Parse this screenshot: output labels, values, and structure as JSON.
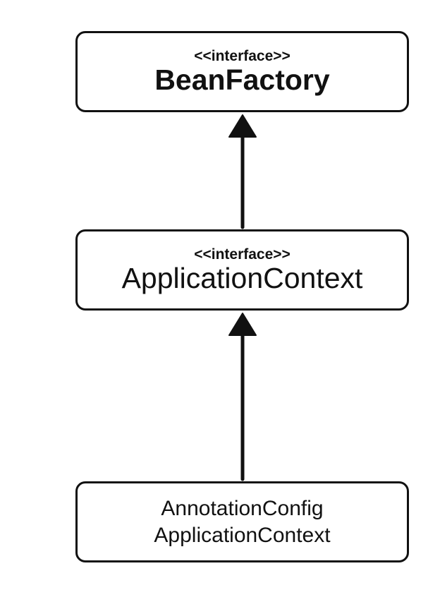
{
  "nodes": {
    "bean_factory": {
      "stereotype": "<<interface>>",
      "name": "BeanFactory"
    },
    "application_context": {
      "stereotype": "<<interface>>",
      "name": "ApplicationContext"
    },
    "annotation_config": {
      "name_line1": "AnnotationConfig",
      "name_line2": "ApplicationContext"
    }
  },
  "edges": [
    {
      "from": "application_context",
      "to": "bean_factory",
      "type": "inheritance"
    },
    {
      "from": "annotation_config",
      "to": "application_context",
      "type": "inheritance"
    }
  ],
  "colors": {
    "stroke": "#111111",
    "background": "#ffffff"
  }
}
